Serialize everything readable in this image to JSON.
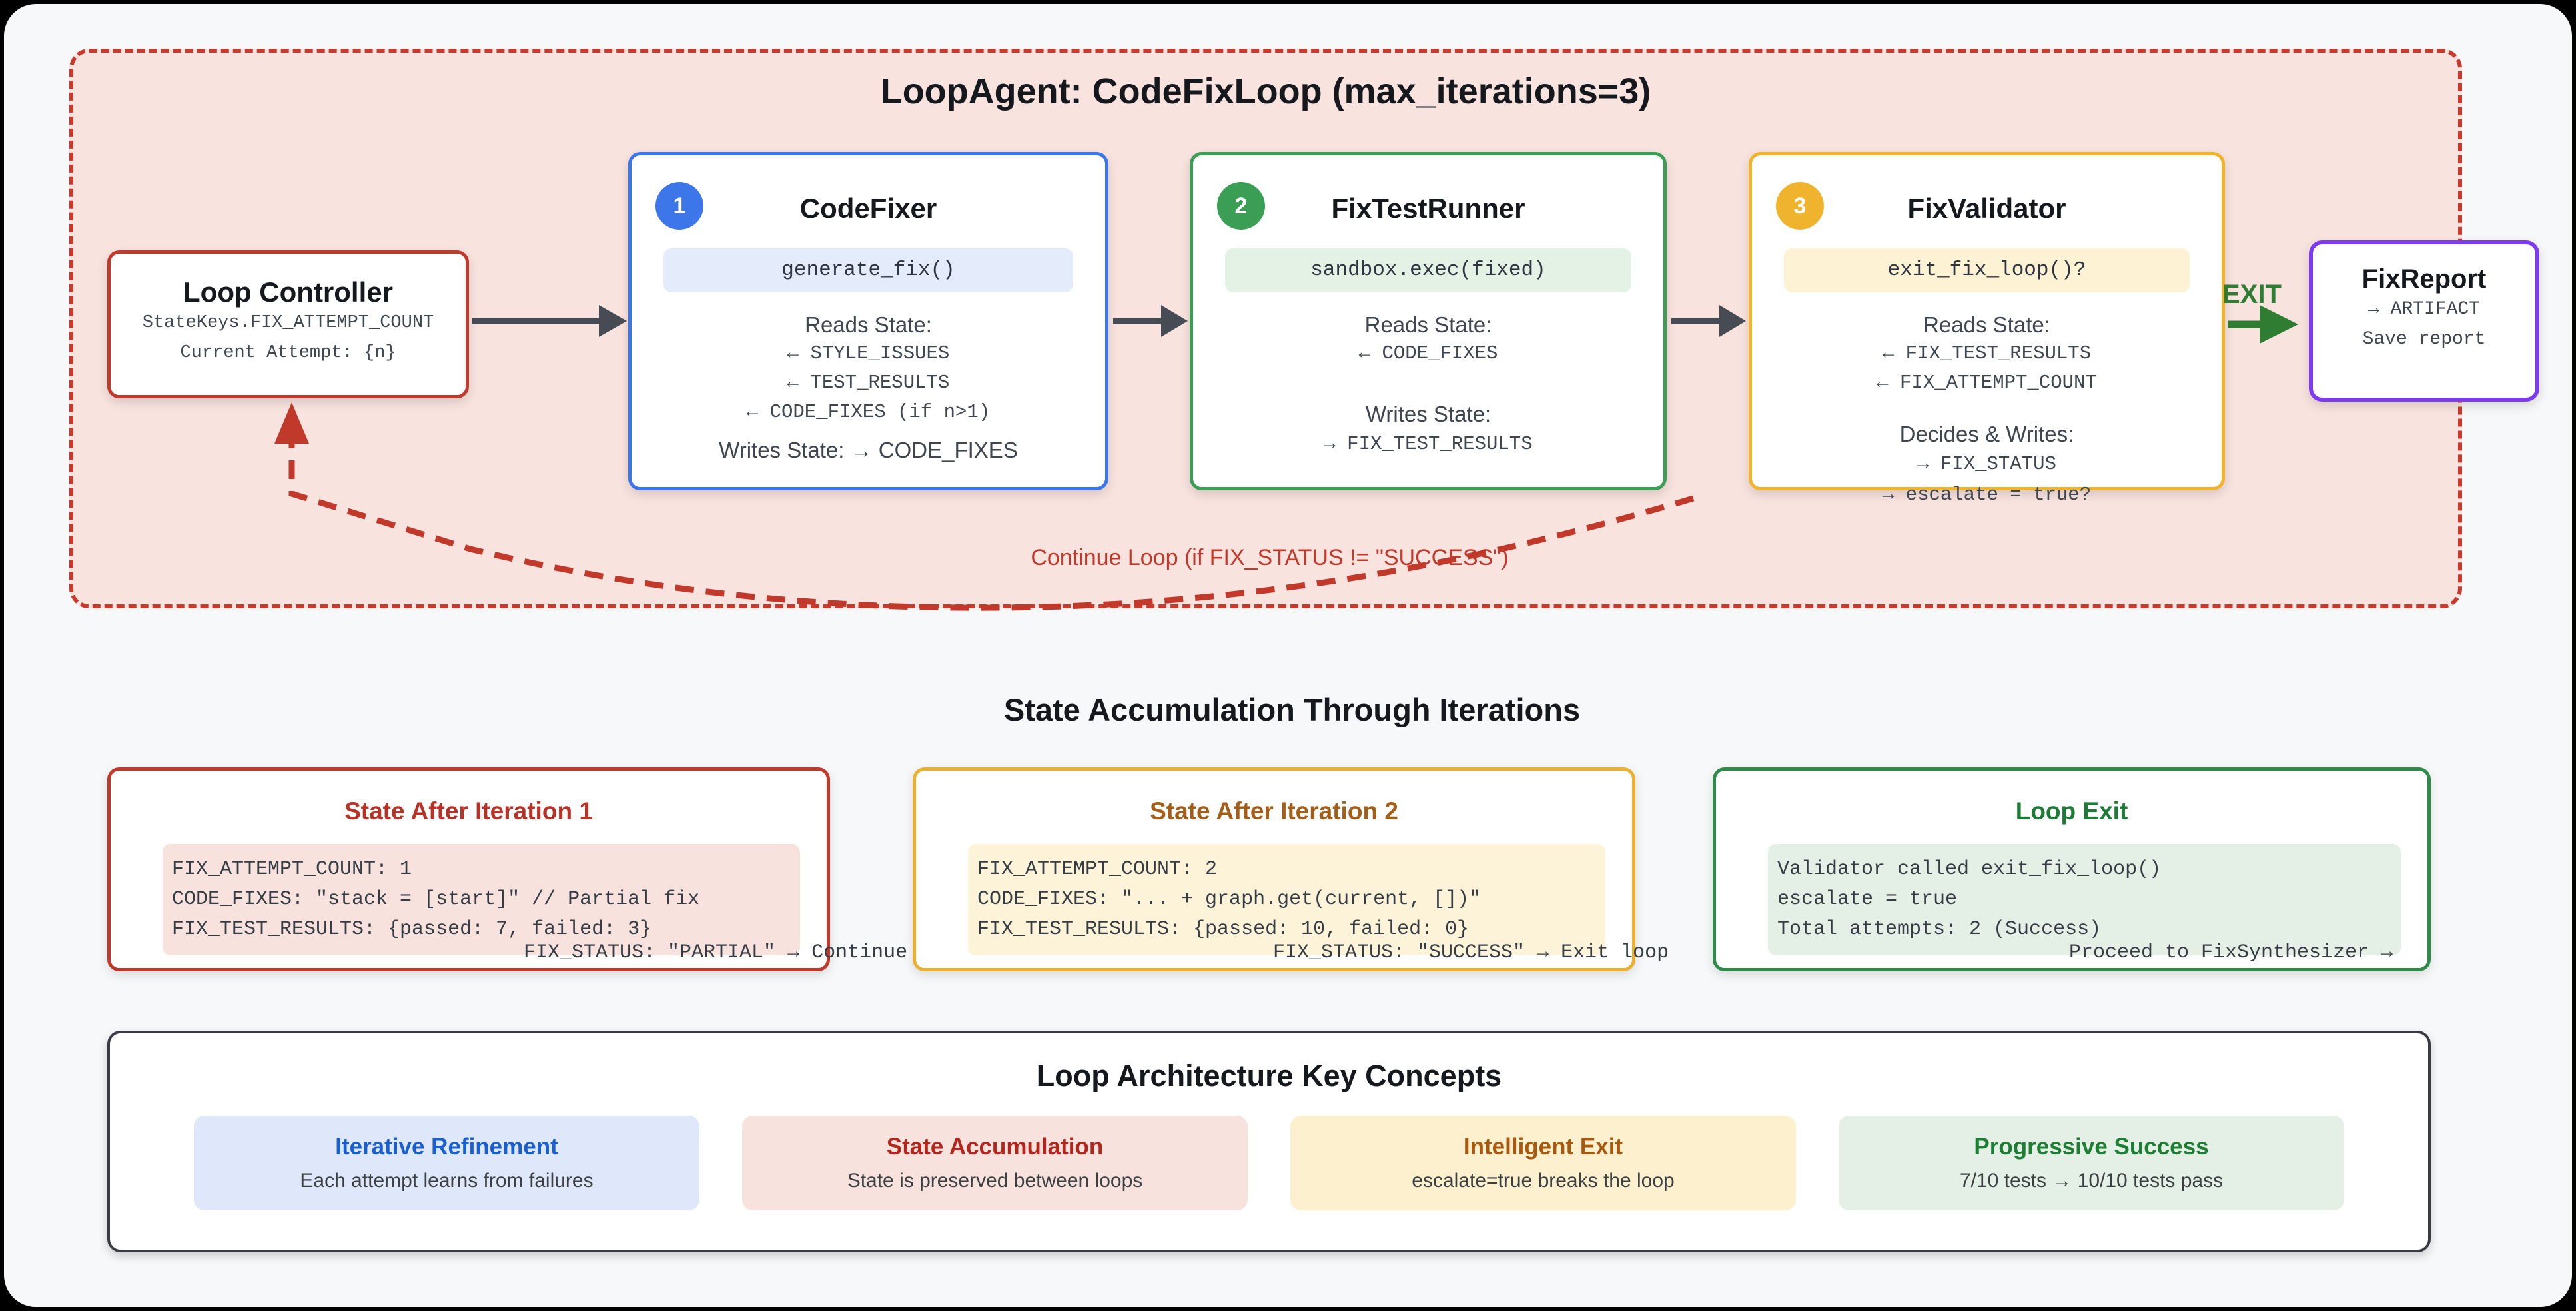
{
  "loop": {
    "title": "LoopAgent: CodeFixLoop (max_iterations=3)",
    "controller": {
      "title": "Loop Controller",
      "line1": "StateKeys.FIX_ATTEMPT_COUNT",
      "line2": "Current Attempt: {n}"
    },
    "agents": [
      {
        "badge": "1",
        "name": "CodeFixer",
        "pill": "generate_fix()",
        "reads_label": "Reads State:",
        "reads": [
          "← STYLE_ISSUES",
          "← TEST_RESULTS",
          "← CODE_FIXES (if n>1)"
        ],
        "writes_label": "Writes State: → CODE_FIXES"
      },
      {
        "badge": "2",
        "name": "FixTestRunner",
        "pill": "sandbox.exec(fixed)",
        "reads_label": "Reads State:",
        "reads": [
          "← CODE_FIXES"
        ],
        "writes_label": "Writes State:",
        "writes": [
          "→ FIX_TEST_RESULTS"
        ]
      },
      {
        "badge": "3",
        "name": "FixValidator",
        "pill": "exit_fix_loop()?",
        "reads_label": "Reads State:",
        "reads": [
          "← FIX_TEST_RESULTS",
          "← FIX_ATTEMPT_COUNT"
        ],
        "writes_label": "Decides & Writes:",
        "writes": [
          "→ FIX_STATUS",
          "→ escalate = true?"
        ]
      }
    ],
    "exit_label": "EXIT",
    "report": {
      "title": "FixReport",
      "line1": "→ ARTIFACT",
      "line2": "Save report"
    },
    "continue_label": "Continue Loop (if FIX_STATUS != \"SUCCESS\")"
  },
  "state_section": {
    "heading": "State Accumulation Through Iterations",
    "boxes": [
      {
        "title": "State After Iteration 1",
        "code": "FIX_ATTEMPT_COUNT: 1\nCODE_FIXES: \"stack = [start]\" // Partial fix\nFIX_TEST_RESULTS: {passed: 7, failed: 3}",
        "overflow": "FIX_STATUS: \"PARTIAL\" → Continue loop"
      },
      {
        "title": "State After Iteration 2",
        "code": "FIX_ATTEMPT_COUNT: 2\nCODE_FIXES: \"... + graph.get(current, [])\"\nFIX_TEST_RESULTS: {passed: 10, failed: 0}",
        "overflow": "FIX_STATUS: \"SUCCESS\" → Exit loop"
      },
      {
        "title": "Loop Exit",
        "code": "Validator called exit_fix_loop()\nescalate = true\nTotal attempts: 2 (Success)",
        "overflow": "Proceed to FixSynthesizer →"
      }
    ]
  },
  "concepts": {
    "heading": "Loop Architecture Key Concepts",
    "items": [
      {
        "title": "Iterative Refinement",
        "subtitle": "Each attempt learns from failures"
      },
      {
        "title": "State Accumulation",
        "subtitle": "State is preserved between loops"
      },
      {
        "title": "Intelligent Exit",
        "subtitle": "escalate=true breaks the loop"
      },
      {
        "title": "Progressive Success",
        "subtitle": "7/10 tests → 10/10 tests pass"
      }
    ]
  },
  "colors": {
    "loop_border": "#c9392c",
    "loop_bg": "#f9e3df",
    "blue": "#3d76e8",
    "green": "#3a9e54",
    "amber": "#f0b32e",
    "purple": "#7d3bf0",
    "exit_green": "#2e7d32",
    "arrow_gray": "#474c54",
    "red_text": "#c0392b"
  }
}
